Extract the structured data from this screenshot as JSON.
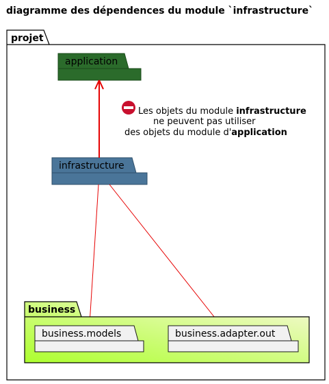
{
  "title": "diagramme des dépendences du module `infrastructure`",
  "packages": {
    "projet": "projet",
    "application": "application",
    "infrastructure": "infrastructure",
    "business": "business",
    "business_models": "business.models",
    "business_adapter_out": "business.adapter.out"
  },
  "note": {
    "line1_prefix": "Les objets du module ",
    "line1_bold": "infrastructure",
    "line2": "ne peuvent pas utiliser",
    "line3_prefix": "des objets du module d'",
    "line3_bold": "application"
  },
  "colors": {
    "application_fill": "#2b6b2b",
    "infrastructure_fill": "#4a7599",
    "business_gradient_start": "#adff2f",
    "business_gradient_end": "#f6f9d6",
    "subpackage_fill": "#f1f1f1",
    "arrow": "#e60000",
    "icon": "#c8102e"
  }
}
